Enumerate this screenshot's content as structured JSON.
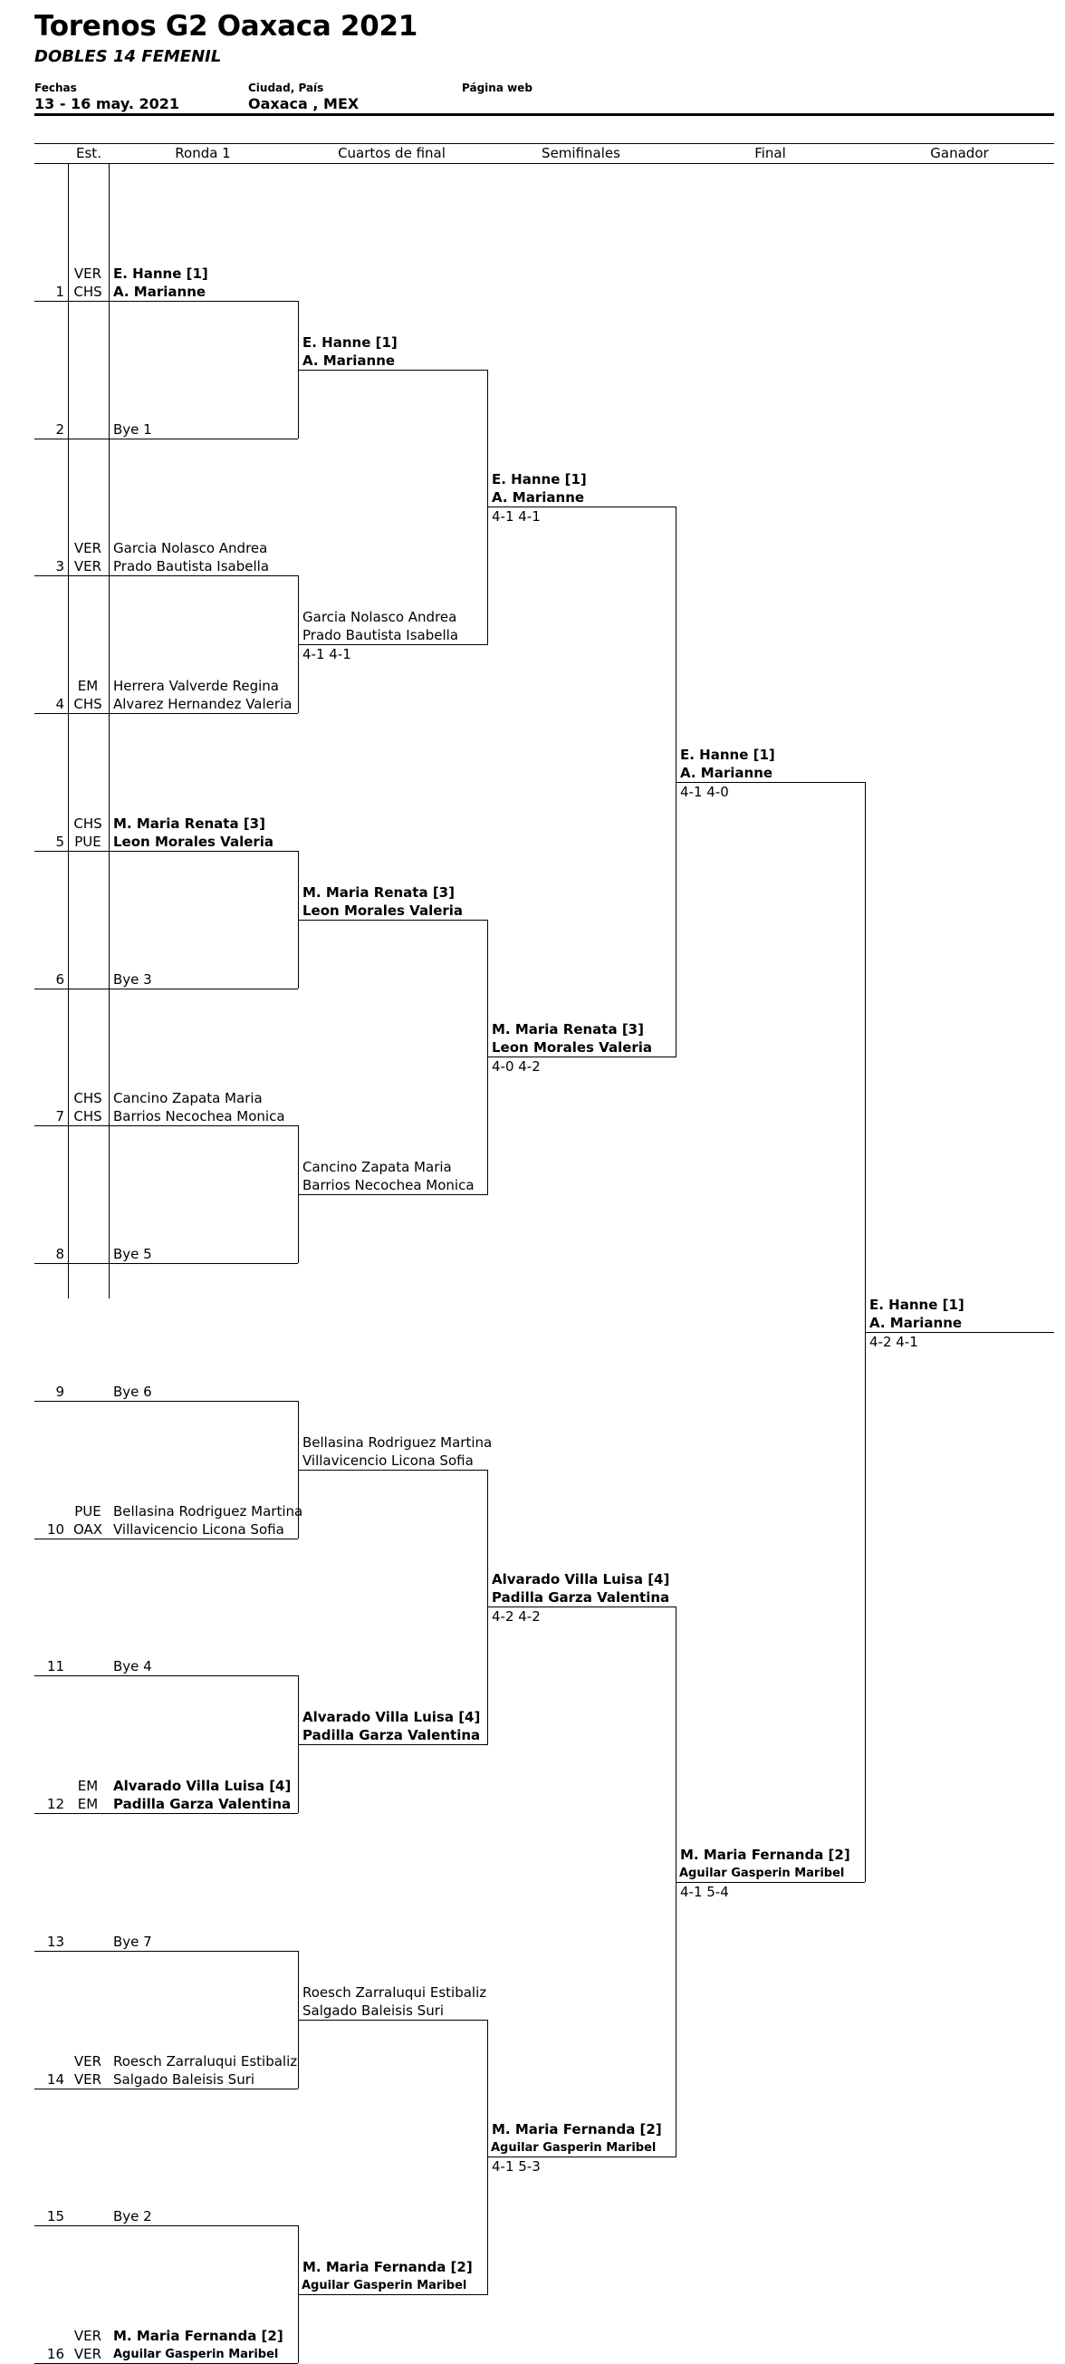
{
  "header": {
    "title": "Torenos G2 Oaxaca 2021",
    "subtitle": "DOBLES 14 FEMENIL",
    "fechas_label": "Fechas",
    "fechas_value": "13 - 16 may. 2021",
    "ciudad_label": "Ciudad, País",
    "ciudad_value": "Oaxaca , MEX",
    "web_label": "Página web",
    "web_value": ""
  },
  "columns": [
    "Est.",
    "Ronda 1",
    "Cuartos de final",
    "Semifinales",
    "Final",
    "Ganador"
  ],
  "draw": [
    {
      "num": "1",
      "states": [
        "VER",
        "CHS"
      ],
      "players": [
        "E. Hanne [1]",
        "A. Marianne"
      ],
      "bold": true,
      "small2": false
    },
    {
      "num": "2",
      "states": [
        "",
        ""
      ],
      "players": [
        "",
        "Bye 1"
      ],
      "bold": false,
      "small2": false
    },
    {
      "num": "3",
      "states": [
        "VER",
        "VER"
      ],
      "players": [
        "Garcia Nolasco Andrea",
        "Prado Bautista Isabella"
      ],
      "bold": false,
      "small2": false
    },
    {
      "num": "4",
      "states": [
        "EM",
        "CHS"
      ],
      "players": [
        "Herrera Valverde Regina",
        "Alvarez Hernandez Valeria"
      ],
      "bold": false,
      "small2": false
    },
    {
      "num": "5",
      "states": [
        "CHS",
        "PUE"
      ],
      "players": [
        "M. Maria Renata [3]",
        "Leon Morales Valeria"
      ],
      "bold": true,
      "small2": false
    },
    {
      "num": "6",
      "states": [
        "",
        ""
      ],
      "players": [
        "",
        "Bye 3"
      ],
      "bold": false,
      "small2": false
    },
    {
      "num": "7",
      "states": [
        "CHS",
        "CHS"
      ],
      "players": [
        "Cancino Zapata Maria",
        "Barrios Necochea Monica"
      ],
      "bold": false,
      "small2": false
    },
    {
      "num": "8",
      "states": [
        "",
        ""
      ],
      "players": [
        "",
        "Bye 5"
      ],
      "bold": false,
      "small2": false
    },
    {
      "num": "9",
      "states": [
        "",
        ""
      ],
      "players": [
        "",
        "Bye 6"
      ],
      "bold": false,
      "small2": false
    },
    {
      "num": "10",
      "states": [
        "PUE",
        "OAX"
      ],
      "players": [
        "Bellasina Rodriguez Martina",
        "Villavicencio Licona Sofia"
      ],
      "bold": false,
      "small2": false
    },
    {
      "num": "11",
      "states": [
        "",
        ""
      ],
      "players": [
        "",
        "Bye 4"
      ],
      "bold": false,
      "small2": false
    },
    {
      "num": "12",
      "states": [
        "EM",
        "EM"
      ],
      "players": [
        "Alvarado Villa Luisa [4]",
        "Padilla Garza Valentina"
      ],
      "bold": true,
      "small2": false
    },
    {
      "num": "13",
      "states": [
        "",
        ""
      ],
      "players": [
        "",
        "Bye 7"
      ],
      "bold": false,
      "small2": false
    },
    {
      "num": "14",
      "states": [
        "VER",
        "VER"
      ],
      "players": [
        "Roesch Zarraluqui Estibaliz",
        "Salgado Baleisis Suri"
      ],
      "bold": false,
      "small2": false
    },
    {
      "num": "15",
      "states": [
        "",
        ""
      ],
      "players": [
        "",
        "Bye 2"
      ],
      "bold": false,
      "small2": false
    },
    {
      "num": "16",
      "states": [
        "VER",
        "VER"
      ],
      "players": [
        "M. Maria Fernanda [2]",
        "Aguilar Gasperin Maribel"
      ],
      "bold": true,
      "small2": true
    }
  ],
  "rounds": {
    "qf": [
      {
        "players": [
          "E. Hanne [1]",
          "A. Marianne"
        ],
        "score": "",
        "bold": true,
        "small2": false
      },
      {
        "players": [
          "Garcia Nolasco Andrea",
          "Prado Bautista Isabella"
        ],
        "score": "4-1 4-1",
        "bold": false,
        "small2": false
      },
      {
        "players": [
          "M. Maria Renata [3]",
          "Leon Morales Valeria"
        ],
        "score": "",
        "bold": true,
        "small2": false
      },
      {
        "players": [
          "Cancino Zapata Maria",
          "Barrios Necochea Monica"
        ],
        "score": "",
        "bold": false,
        "small2": false
      },
      {
        "players": [
          "Bellasina Rodriguez Martina",
          "Villavicencio Licona Sofia"
        ],
        "score": "",
        "bold": false,
        "small2": false
      },
      {
        "players": [
          "Alvarado Villa Luisa [4]",
          "Padilla Garza Valentina"
        ],
        "score": "",
        "bold": true,
        "small2": false
      },
      {
        "players": [
          "Roesch Zarraluqui Estibaliz",
          "Salgado Baleisis Suri"
        ],
        "score": "",
        "bold": false,
        "small2": false
      },
      {
        "players": [
          "M. Maria Fernanda [2]",
          "Aguilar Gasperin Maribel"
        ],
        "score": "",
        "bold": true,
        "small2": true
      }
    ],
    "sf": [
      {
        "players": [
          "E. Hanne [1]",
          "A. Marianne"
        ],
        "score": "4-1 4-1",
        "bold": true,
        "small2": false
      },
      {
        "players": [
          "M. Maria Renata [3]",
          "Leon Morales Valeria"
        ],
        "score": "4-0 4-2",
        "bold": true,
        "small2": false
      },
      {
        "players": [
          "Alvarado Villa Luisa [4]",
          "Padilla Garza Valentina"
        ],
        "score": "4-2 4-2",
        "bold": true,
        "small2": false
      },
      {
        "players": [
          "M. Maria Fernanda [2]",
          "Aguilar Gasperin Maribel"
        ],
        "score": "4-1 5-3",
        "bold": true,
        "small2": true
      }
    ],
    "final": [
      {
        "players": [
          "E. Hanne [1]",
          "A. Marianne"
        ],
        "score": "4-1 4-0",
        "bold": true,
        "small2": false
      },
      {
        "players": [
          "M. Maria Fernanda [2]",
          "Aguilar Gasperin Maribel"
        ],
        "score": "4-1 5-4",
        "bold": true,
        "small2": true
      }
    ],
    "winner": [
      {
        "players": [
          "E. Hanne [1]",
          "A. Marianne"
        ],
        "score": "4-2 4-1",
        "bold": true,
        "small2": false
      }
    ]
  }
}
